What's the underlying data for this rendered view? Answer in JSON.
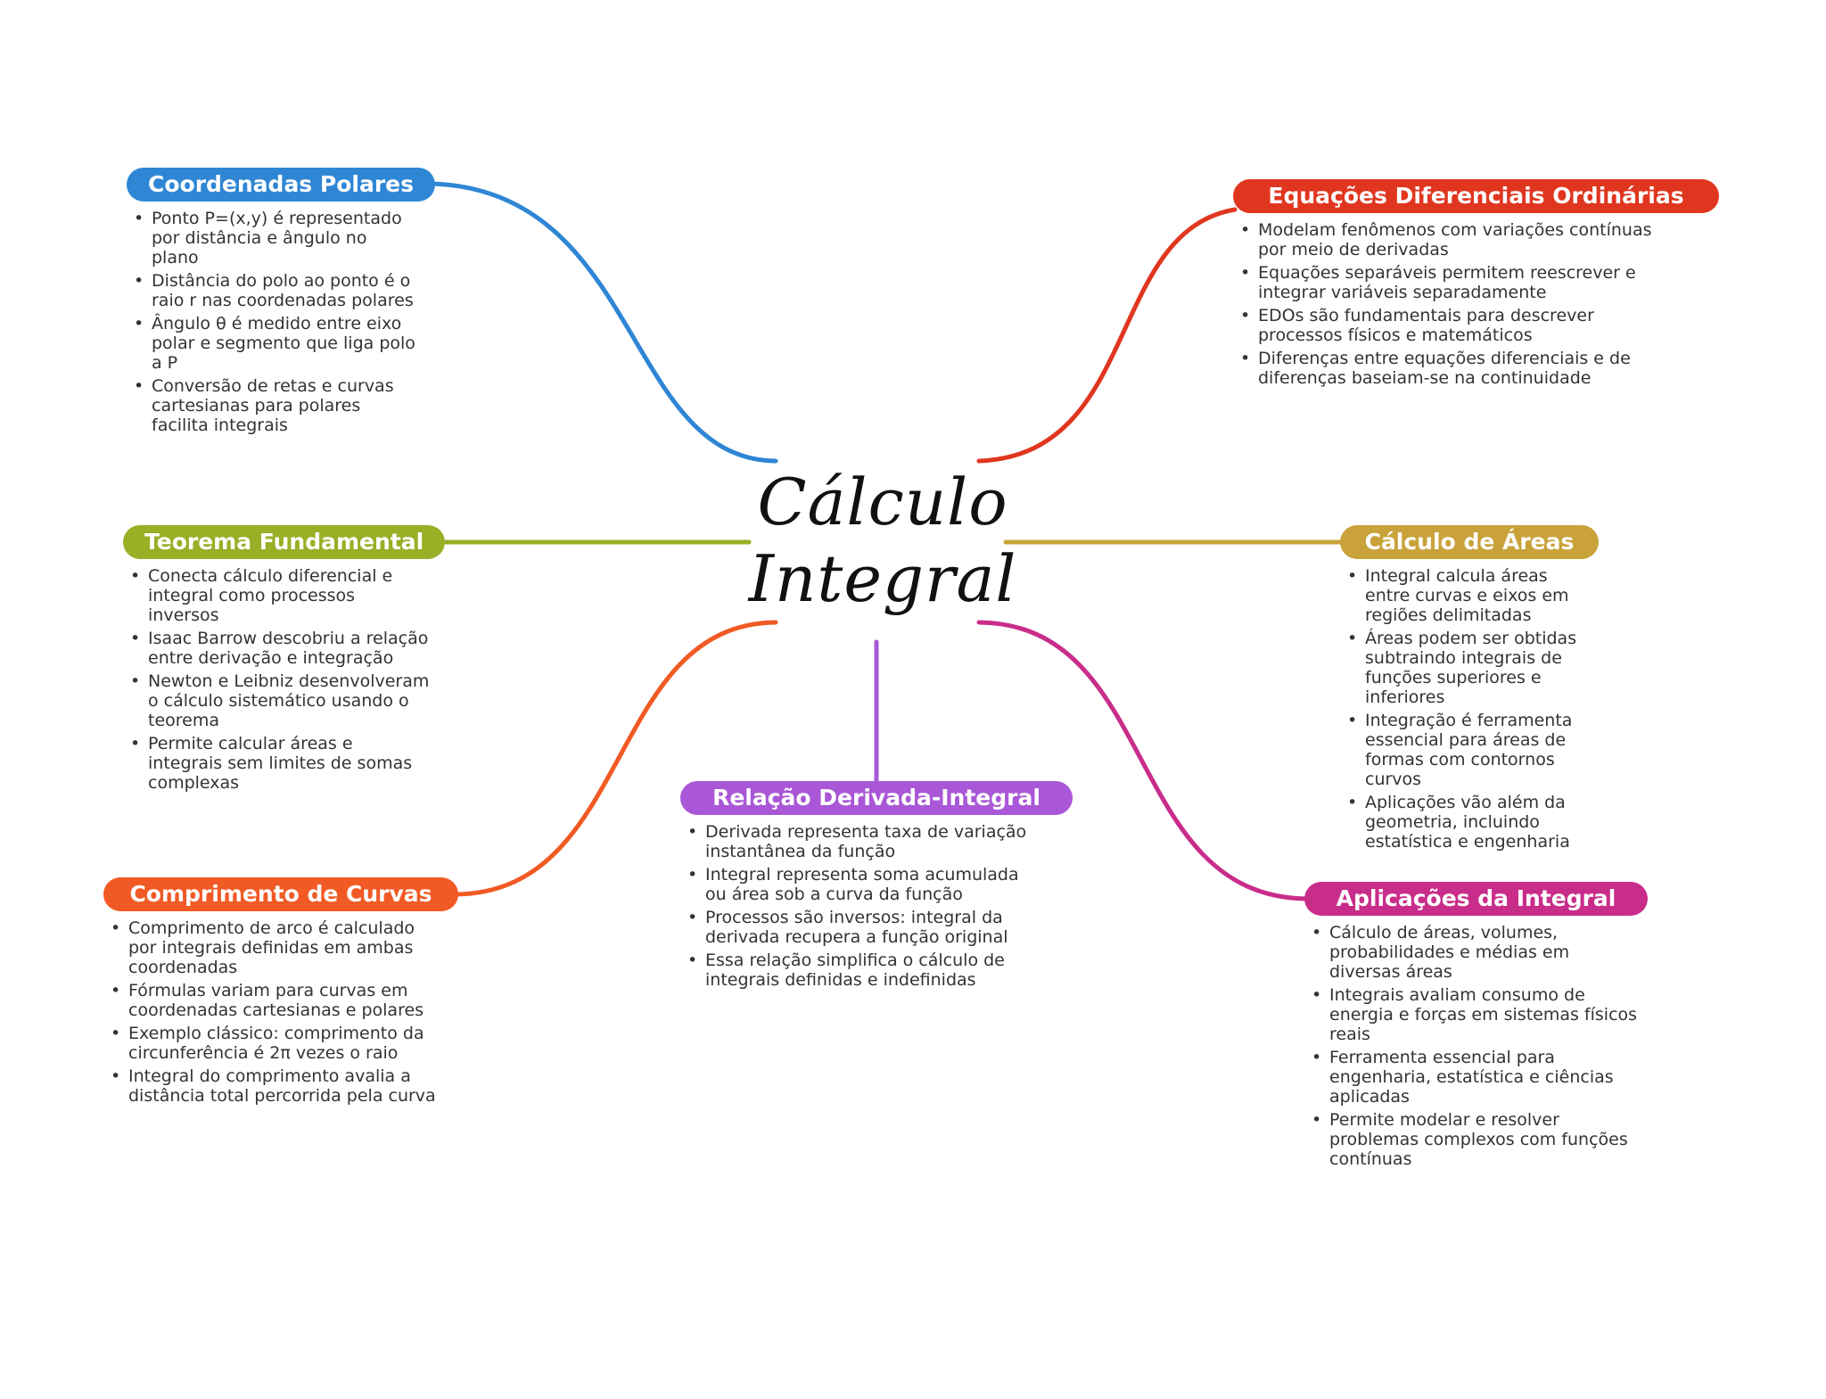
{
  "center": {
    "line1": "Cálculo",
    "line2": "Integral"
  },
  "branches": {
    "polares": {
      "title": "Coordenadas Polares",
      "color": "#2f86d4",
      "items": [
        "Ponto P=(x,y) é representado por distância e ângulo no plano",
        "Distância do polo ao ponto é o raio r nas coordenadas polares",
        "Ângulo θ é medido entre eixo polar e segmento que liga polo a P",
        "Conversão de retas e curvas cartesianas para polares facilita integrais"
      ]
    },
    "edo": {
      "title": "Equações Diferenciais Ordinárias",
      "color": "#e0361f",
      "items": [
        "Modelam fenômenos com variações contínuas por meio de derivadas",
        "Equações separáveis permitem reescrever e integrar variáveis separadamente",
        "EDOs são fundamentais para descrever processos físicos e matemáticos",
        "Diferenças entre equações diferenciais e de diferenças baseiam-se na continuidade"
      ]
    },
    "teorema": {
      "title": "Teorema Fundamental",
      "color": "#9aae26",
      "items": [
        "Conecta cálculo diferencial e integral como processos inversos",
        "Isaac Barrow descobriu a relação entre derivação e integração",
        "Newton e Leibniz desenvolveram o cálculo sistemático usando o teorema",
        "Permite calcular áreas e integrais sem limites de somas complexas"
      ]
    },
    "areas": {
      "title": "Cálculo de Áreas",
      "color": "#c9a23a",
      "items": [
        "Integral calcula áreas entre curvas e eixos em regiões delimitadas",
        "Áreas podem ser obtidas subtraindo integrais de funções superiores e inferiores",
        "Integração é ferramenta essencial para áreas de formas com contornos curvos",
        "Aplicações vão além da geometria, incluindo estatística e engenharia"
      ]
    },
    "relacao": {
      "title": "Relação Derivada-Integral",
      "color": "#a957d6",
      "items": [
        "Derivada representa taxa de variação instantânea da função",
        "Integral representa soma acumulada ou área sob a curva da função",
        "Processos são inversos: integral da derivada recupera a função original",
        "Essa relação simplifica o cálculo de integrais definidas e indefinidas"
      ]
    },
    "comprimento": {
      "title": "Comprimento de Curvas",
      "color": "#f15a24",
      "items": [
        "Comprimento de arco é calculado por integrais definidas em ambas coordenadas",
        "Fórmulas variam para curvas em coordenadas cartesianas e polares",
        "Exemplo clássico: comprimento da circunferência é 2π vezes o raio",
        "Integral do comprimento avalia a distância total percorrida pela curva"
      ]
    },
    "aplicacoes": {
      "title": "Aplicações da Integral",
      "color": "#c92d8a",
      "items": [
        "Cálculo de áreas, volumes, probabilidades e médias em diversas áreas",
        "Integrais avaliam consumo de energia e forças em sistemas físicos reais",
        "Ferramenta essencial para engenharia, estatística e ciências aplicadas",
        "Permite modelar e resolver problemas complexos com funções contínuas"
      ]
    }
  }
}
